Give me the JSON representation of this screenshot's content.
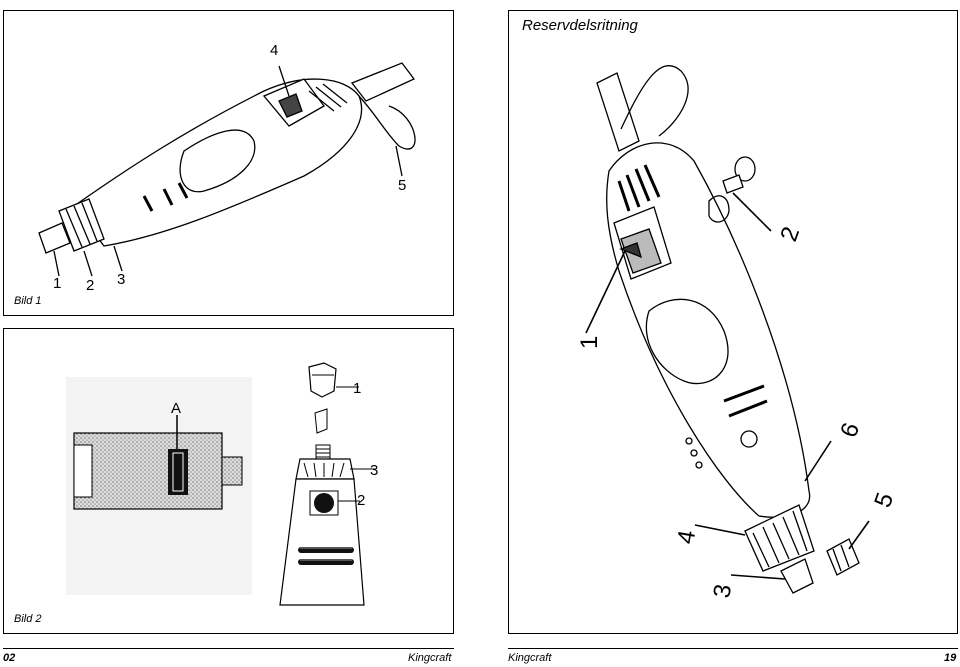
{
  "left_page": {
    "figure1": {
      "caption": "Bild 1",
      "callouts": [
        "1",
        "2",
        "3",
        "4",
        "5"
      ]
    },
    "figure2": {
      "caption": "Bild 2",
      "callouts": [
        "A",
        "1",
        "2",
        "3"
      ]
    },
    "footer": {
      "page_number": "02",
      "brand": "Kingcraft"
    }
  },
  "right_page": {
    "title": "Reservdelsritning",
    "callouts": [
      "1",
      "2",
      "3",
      "4",
      "5",
      "6"
    ],
    "footer": {
      "brand": "Kingcraft",
      "page_number": "19"
    }
  }
}
